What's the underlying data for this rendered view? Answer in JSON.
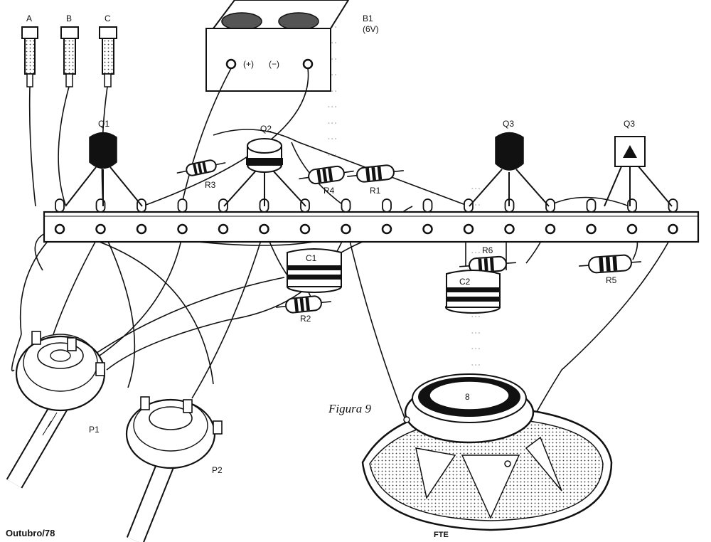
{
  "figure": {
    "caption": "Figura 9",
    "footer_left": "Outubro/78",
    "footer_center": "FTE"
  },
  "labels": {
    "jack_a": "A",
    "jack_b": "B",
    "jack_c": "C",
    "battery_name": "B1",
    "battery_voltage": "(6V)",
    "battery_plus": "(+)",
    "battery_minus": "(−)",
    "q1": "Q1",
    "q2": "Q2",
    "q3_left": "Q3",
    "q3_right": "Q3",
    "r1": "R1",
    "r2": "R2",
    "r3": "R3",
    "r4": "R4",
    "r5": "R5",
    "r6": "R6",
    "c1": "C1",
    "c2": "C2",
    "p1": "P1",
    "p2": "P2",
    "speaker": "8"
  },
  "background_text": {
    "column_top": [
      "...",
      "...",
      "...",
      "...",
      "...",
      "...",
      "...",
      "...",
      "...",
      "..."
    ],
    "column_right": [
      "...",
      "...",
      "...",
      "...",
      "...",
      "...",
      "...",
      "...",
      "...",
      "...",
      "...",
      "...",
      "...",
      "..."
    ]
  }
}
